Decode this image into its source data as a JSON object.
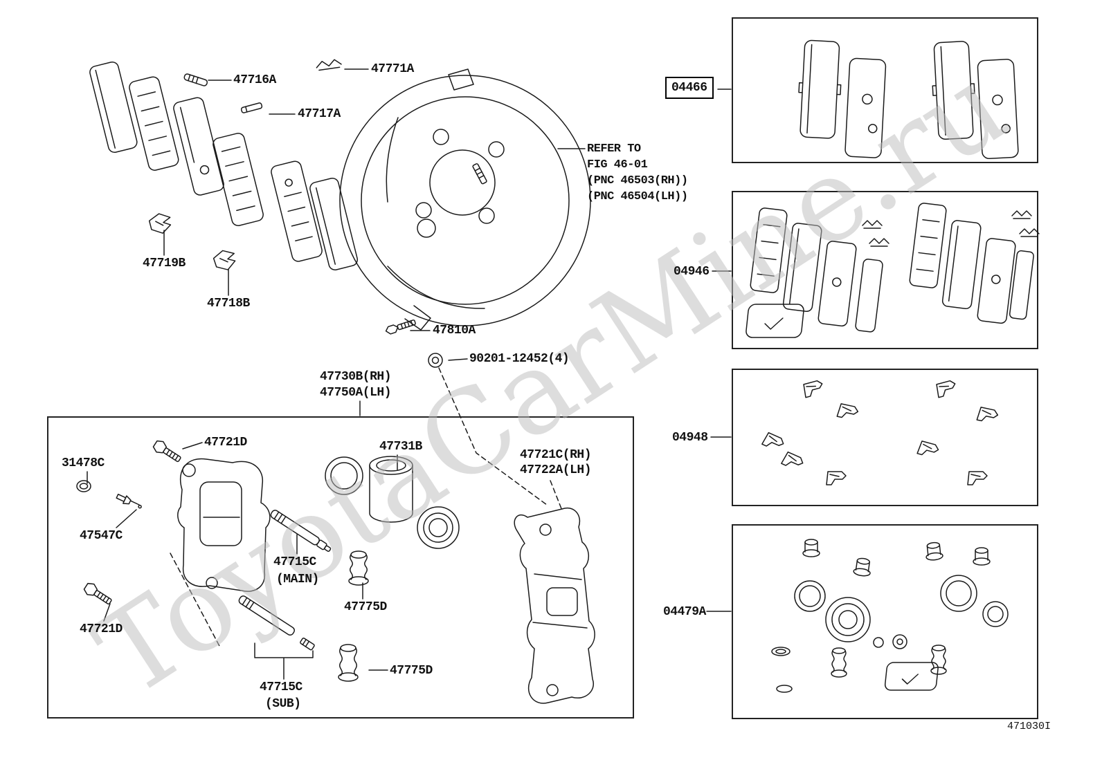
{
  "colors": {
    "background": "#ffffff",
    "line_art": "#1a1a1a",
    "watermark": "#bdbdbd",
    "highlight_box_border": "#000000"
  },
  "watermark": {
    "text": "ToyotaCarMine.ru"
  },
  "diagram_code": "471030I",
  "note": {
    "lines": [
      "REFER TO",
      "FIG 46-01",
      "(PNC 46503(RH))",
      "(PNC 46504(LH))"
    ]
  },
  "kits": [
    {
      "id": "04466",
      "highlighted": true
    },
    {
      "id": "04946",
      "highlighted": false
    },
    {
      "id": "04948",
      "highlighted": false
    },
    {
      "id": "04479A",
      "highlighted": false
    }
  ],
  "part_labels": [
    {
      "text": "47716A"
    },
    {
      "text": "47771A"
    },
    {
      "text": "47717A"
    },
    {
      "text": "47719B"
    },
    {
      "text": "47718B"
    },
    {
      "text": "47810A"
    },
    {
      "text": "90201-12452(4)"
    },
    {
      "text": "47730B(RH)"
    },
    {
      "text": "47750A(LH)"
    },
    {
      "text": "47721D"
    },
    {
      "text": "31478C"
    },
    {
      "text": "47547C"
    },
    {
      "text": "47731B"
    },
    {
      "text": "47721C(RH)"
    },
    {
      "text": "47722A(LH)"
    },
    {
      "text": "47715C"
    },
    {
      "text": "(MAIN)"
    },
    {
      "text": "47775D"
    },
    {
      "text": "47721D"
    },
    {
      "text": "47775D"
    },
    {
      "text": "47715C"
    },
    {
      "text": "(SUB)"
    }
  ]
}
